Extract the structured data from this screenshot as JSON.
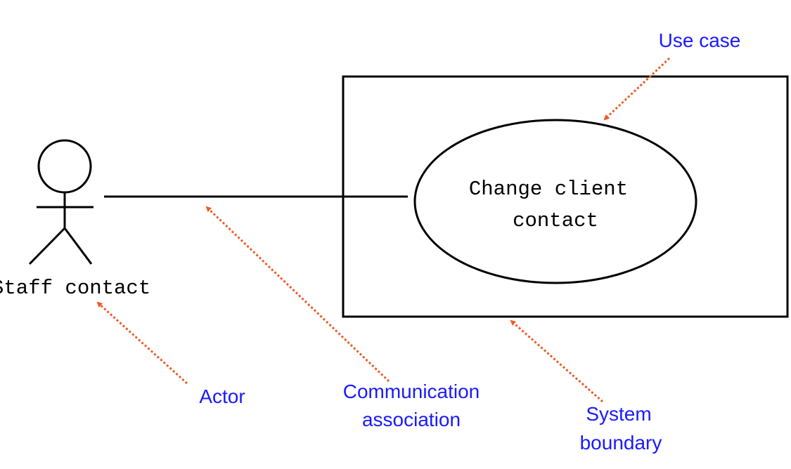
{
  "colors": {
    "line": "#000000",
    "callout_text": "#1a1aff",
    "callout_arrow": "#ee5a24",
    "background": "#ffffff"
  },
  "actor": {
    "name": "Staff contact"
  },
  "use_case": {
    "lines": [
      "Change client",
      "contact"
    ]
  },
  "callouts": {
    "use_case": "Use case",
    "actor": "Actor",
    "association": [
      "Communication",
      "association"
    ],
    "system_boundary": [
      "System",
      "boundary"
    ]
  }
}
